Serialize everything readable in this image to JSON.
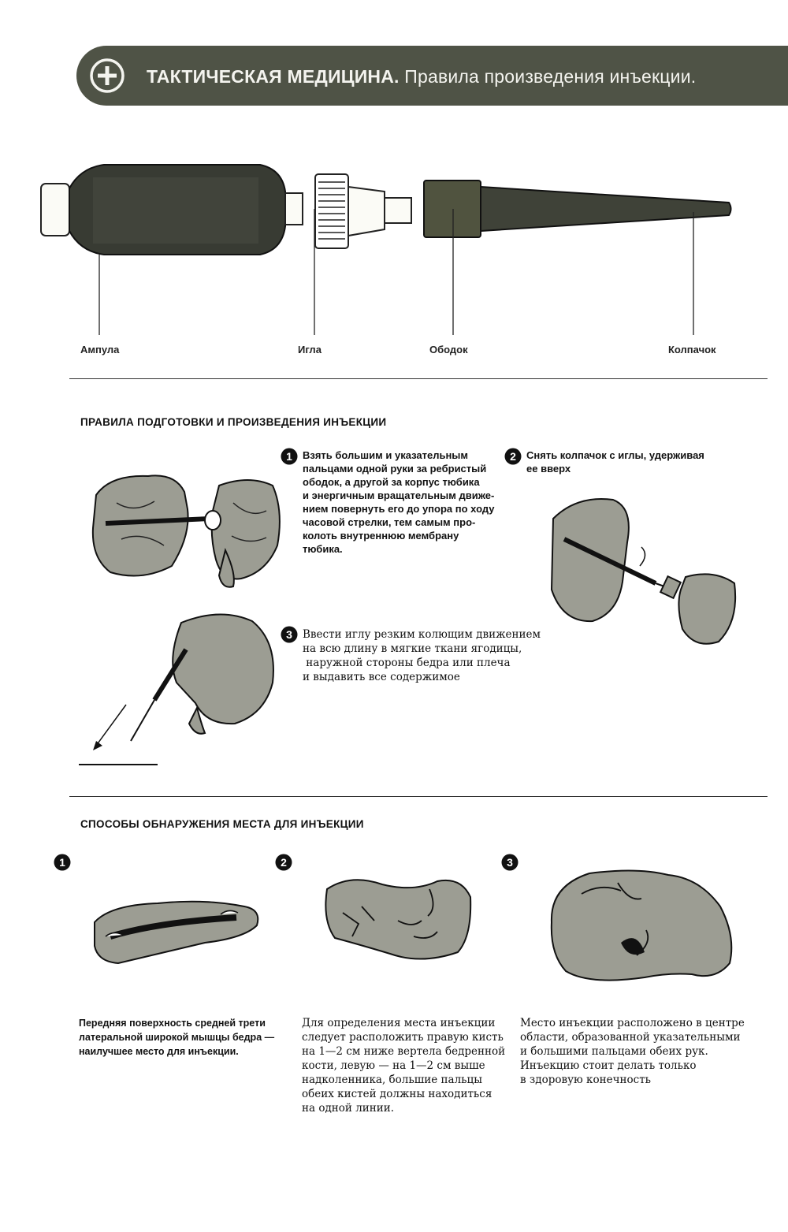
{
  "header": {
    "title_main": "ТАКТИЧЕСКАЯ МЕДИЦИНА.",
    "title_sub": " Правила произведения инъекции.",
    "icon": "plus-circle-icon",
    "band_color": "#4f5346"
  },
  "diagram": {
    "labels": {
      "ampoule": "Ампула",
      "needle": "Игла",
      "rim": "Ободок",
      "cap": "Колпачок"
    }
  },
  "section1": {
    "title": "ПРАВИЛА ПОДГОТОВКИ И ПРОИЗВЕДЕНИЯ ИНЪЕКЦИИ",
    "steps": [
      {
        "number": "1",
        "text": "Взять большим и указательным\nпальцами одной руки за ребристый\nободок, а другой за корпус тюбика\nи энергичным вращательным движе-\nнием повернуть его до упора по ходу\nчасовой стрелки, тем самым про-\nколоть внутреннюю мембрану\nтюбика."
      },
      {
        "number": "2",
        "text": "Снять колпачок с иглы, удерживая\nее вверх"
      },
      {
        "number": "3",
        "text": "Ввести иглу резким колющим движением\nна всю длину в мягкие ткани ягодицы,\n наружной стороны бедра или плеча\nи выдавить все содержимое"
      }
    ]
  },
  "section2": {
    "title": "СПОСОБЫ ОБНАРУЖЕНИЯ МЕСТА ДЛЯ ИНЪЕКЦИИ",
    "methods": [
      {
        "number": "1",
        "text": "Передняя поверхность средней трети\nлатеральной широкой мышцы бедра —\nнаилучшее место для инъекции."
      },
      {
        "number": "2",
        "text": "Для определения места инъекции\nследует расположить правую кисть\nна 1—2 см ниже вертела бедренной\nкости, левую — на 1—2 см выше\nнадколенника, большие пальцы\nобеих кистей должны находиться\nна одной линии."
      },
      {
        "number": "3",
        "text": "Место инъекции расположено в центре\nобласти, образованной указательными\nи большими пальцами обеих рук.\nИнъекцию стоит делать только\nв здоровую конечность"
      }
    ]
  }
}
